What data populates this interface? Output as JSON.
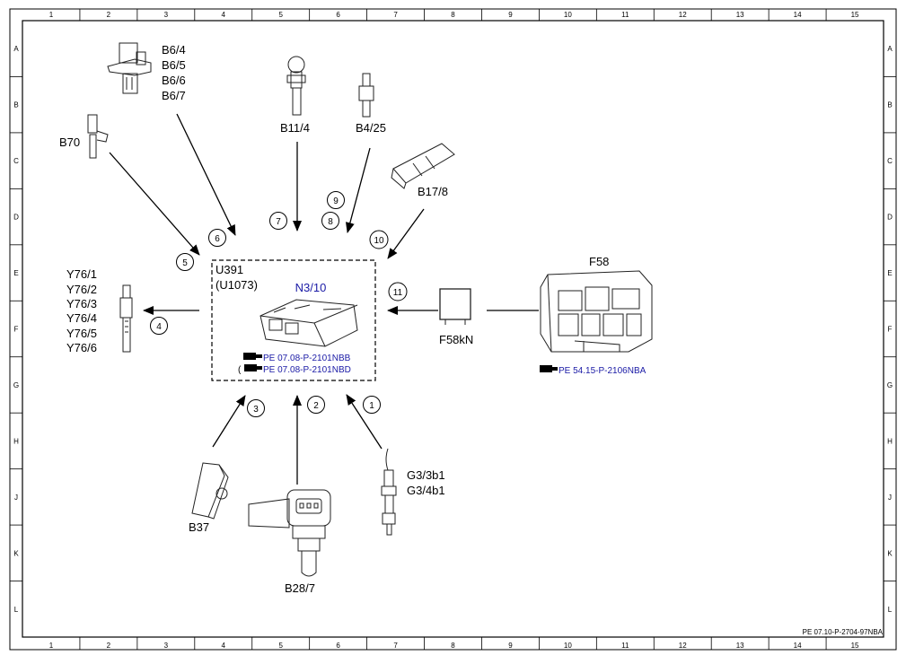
{
  "frame": {
    "columns": [
      "1",
      "2",
      "3",
      "4",
      "5",
      "6",
      "7",
      "8",
      "9",
      "10",
      "11",
      "12",
      "13",
      "14",
      "15"
    ],
    "rows": [
      "A",
      "B",
      "C",
      "D",
      "E",
      "F",
      "G",
      "H",
      "J",
      "K",
      "L"
    ],
    "sheet_ref": "PE 07.10-P-2704-97NBA"
  },
  "module": {
    "u_label": "U391",
    "u_code": "(U1073)",
    "name": "N3/10",
    "ref_1": "PE 07.08-P-2101NBB",
    "ref_2": "PE 07.08-P-2101NBD",
    "ref_2_prefix": "("
  },
  "components": {
    "b6": [
      "B6/4",
      "B6/5",
      "B6/6",
      "B6/7"
    ],
    "b70": "B70",
    "b11_4": "B11/4",
    "b4_25": "B4/25",
    "b17_8": "B17/8",
    "f58": "F58",
    "f58kn": "F58kN",
    "f58_ref": "PE 54.15-P-2106NBA",
    "y76": [
      "Y76/1",
      "Y76/2",
      "Y76/3",
      "Y76/4",
      "Y76/5",
      "Y76/6"
    ],
    "b37": "B37",
    "b28_7": "B28/7",
    "g3": [
      "G3/3b1",
      "G3/4b1"
    ]
  },
  "callouts": [
    "1",
    "2",
    "3",
    "4",
    "5",
    "6",
    "7",
    "8",
    "9",
    "10",
    "11"
  ],
  "colors": {
    "ink": "#000000",
    "link": "#1a1aa6"
  },
  "icons": [
    "hand-pointer-icon"
  ]
}
